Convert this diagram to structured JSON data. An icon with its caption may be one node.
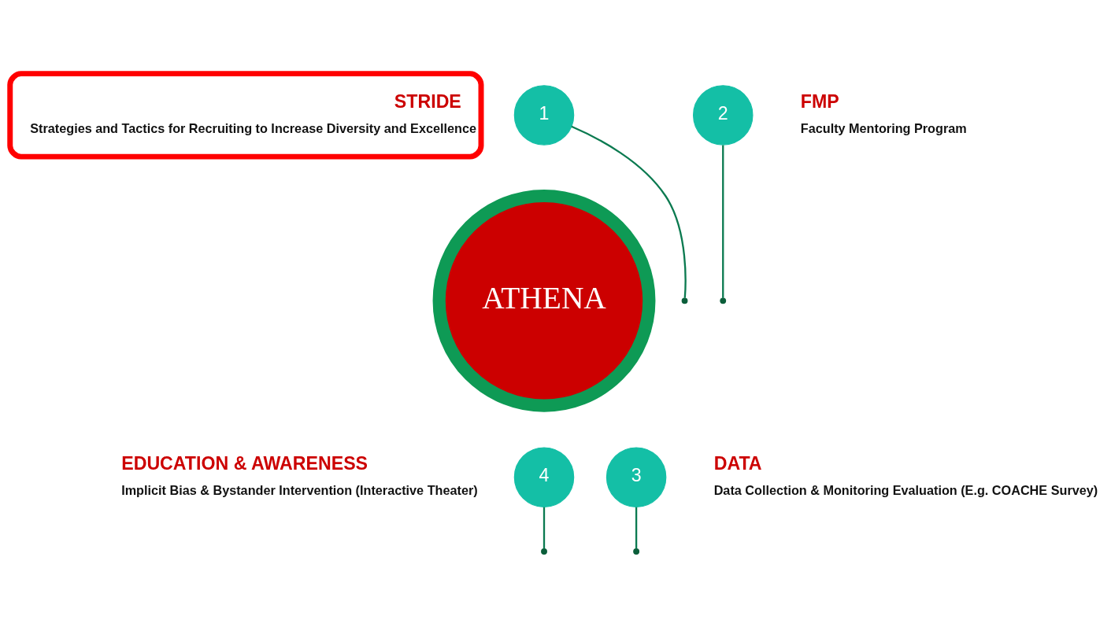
{
  "diagram": {
    "nodes": [
      {
        "text": [
          "ATHENA"
        ]
      },
      {
        "text": [
          "1"
        ]
      },
      {
        "text": [
          "STRIDE",
          "Strategies and Tactics for Recruiting to Increase Diversity and Excellence"
        ]
      },
      {
        "text": [
          "2"
        ]
      },
      {
        "text": [
          "FMP",
          "Faculty Mentoring Program"
        ]
      },
      {
        "text": [
          "3"
        ]
      },
      {
        "text": [
          "DATA",
          "Data Collection & Monitoring Evaluation (E.g. COACHE Survey)"
        ]
      },
      {
        "text": [
          "4"
        ]
      },
      {
        "text": [
          "EDUCATION & AWARENESS",
          "Implicit Bias & Bystander Intervention (Interactive Theater)"
        ]
      }
    ],
    "edges": [
      {
        "from": 1,
        "to": null,
        "arrow": "none"
      },
      {
        "from": 3,
        "to": null,
        "arrow": "none"
      },
      {
        "from": 5,
        "to": null,
        "arrow": "none"
      },
      {
        "from": 7,
        "to": null,
        "arrow": "none"
      }
    ]
  }
}
